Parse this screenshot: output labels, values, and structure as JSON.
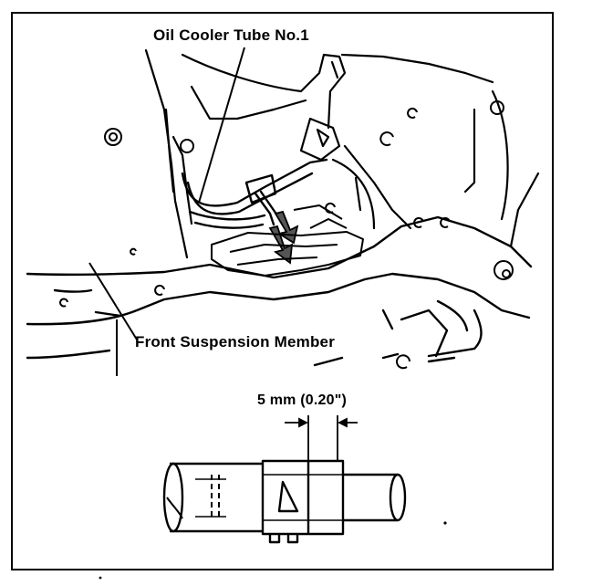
{
  "labels": {
    "oil_cooler_tube": "Oil Cooler Tube No.1",
    "front_suspension_member": "Front Suspension Member",
    "dimension": "5 mm (0.20\")"
  },
  "colors": {
    "ink": "#000000",
    "paper": "#ffffff",
    "arrow_fill": "#555555"
  }
}
